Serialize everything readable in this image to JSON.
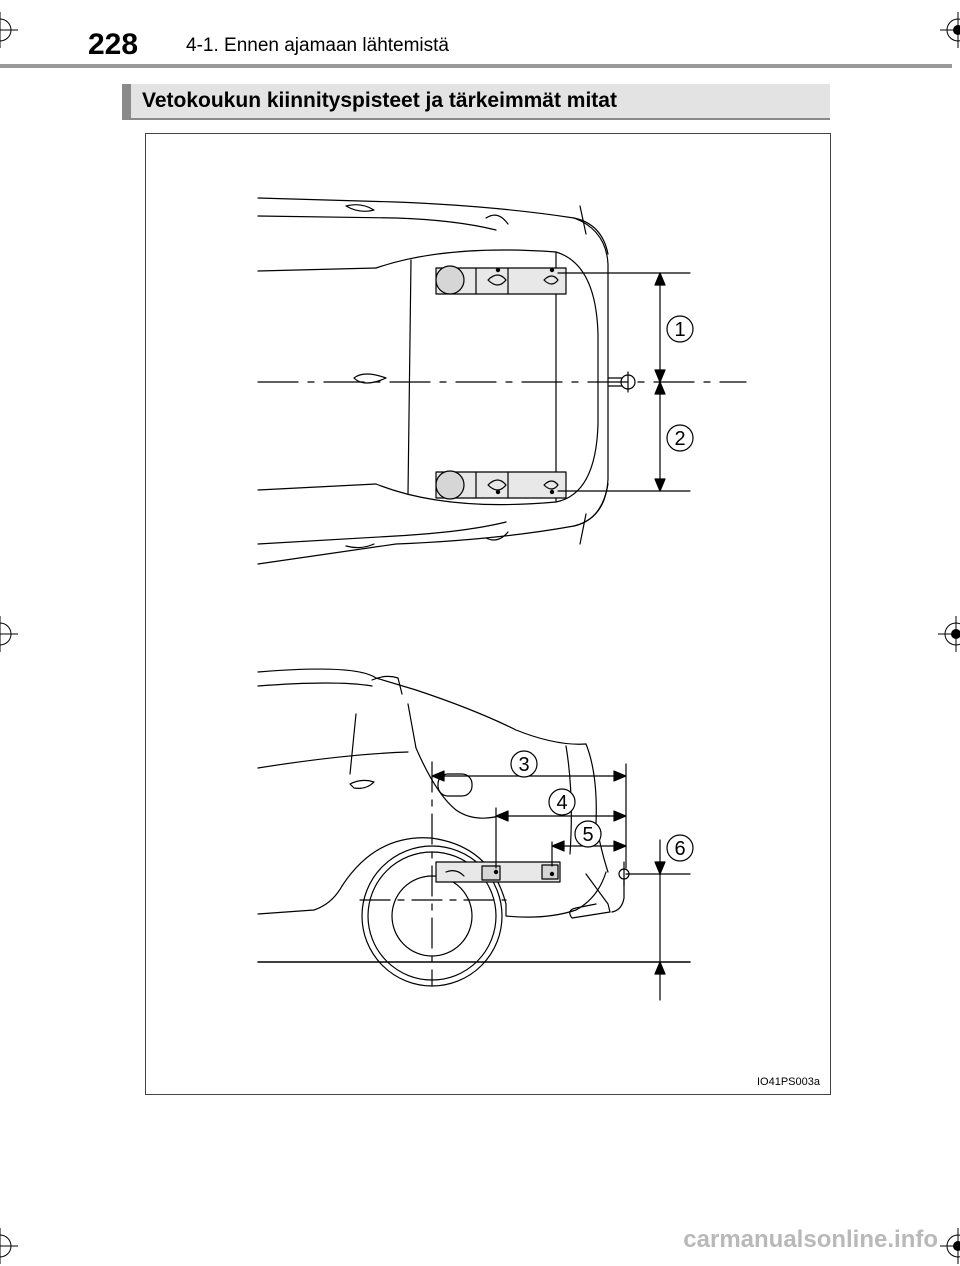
{
  "page": {
    "number": "228",
    "chapter": "4-1. Ennen ajamaan lähtemistä"
  },
  "section": {
    "title": "Vetokoukun kiinnityspisteet ja tärkeimmät mitat"
  },
  "figure": {
    "code": "IO41PS003a",
    "callouts": [
      "1",
      "2",
      "3",
      "4",
      "5",
      "6"
    ]
  },
  "footer": {
    "watermark": "carmanualsonline.info"
  }
}
